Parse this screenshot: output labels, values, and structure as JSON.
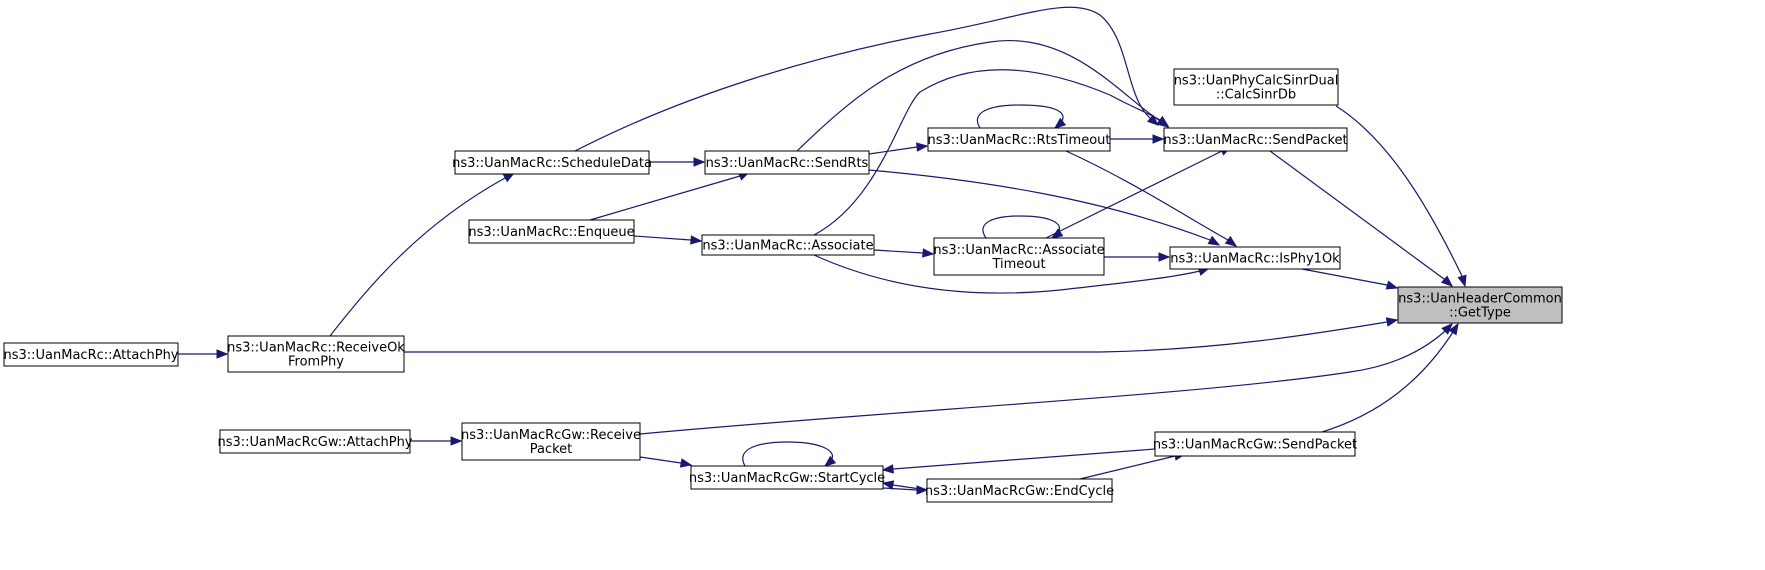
{
  "diagram": {
    "type": "call-graph",
    "focus_node": "getType",
    "nodes": [
      {
        "id": "getType",
        "lines": [
          "ns3::UanHeaderCommon",
          "::GetType"
        ]
      },
      {
        "id": "calcSinrDb",
        "lines": [
          "ns3::UanPhyCalcSinrDual",
          "::CalcSinrDb"
        ]
      },
      {
        "id": "macSendPacket",
        "lines": [
          "ns3::UanMacRc::SendPacket"
        ]
      },
      {
        "id": "rtsTimeout",
        "lines": [
          "ns3::UanMacRc::RtsTimeout"
        ]
      },
      {
        "id": "sendRts",
        "lines": [
          "ns3::UanMacRc::SendRts"
        ]
      },
      {
        "id": "scheduleData",
        "lines": [
          "ns3::UanMacRc::ScheduleData"
        ]
      },
      {
        "id": "enqueue",
        "lines": [
          "ns3::UanMacRc::Enqueue"
        ]
      },
      {
        "id": "associate",
        "lines": [
          "ns3::UanMacRc::Associate"
        ]
      },
      {
        "id": "associateTimeout",
        "lines": [
          "ns3::UanMacRc::Associate",
          "Timeout"
        ]
      },
      {
        "id": "isPhy1Ok",
        "lines": [
          "ns3::UanMacRc::IsPhy1Ok"
        ]
      },
      {
        "id": "receiveOk",
        "lines": [
          "ns3::UanMacRc::ReceiveOk",
          "FromPhy"
        ]
      },
      {
        "id": "macAttachPhy",
        "lines": [
          "ns3::UanMacRc::AttachPhy"
        ]
      },
      {
        "id": "gwAttachPhy",
        "lines": [
          "ns3::UanMacRcGw::AttachPhy"
        ]
      },
      {
        "id": "gwReceive",
        "lines": [
          "ns3::UanMacRcGw::Receive",
          "Packet"
        ]
      },
      {
        "id": "gwStartCycle",
        "lines": [
          "ns3::UanMacRcGw::StartCycle"
        ]
      },
      {
        "id": "gwEndCycle",
        "lines": [
          "ns3::UanMacRcGw::EndCycle"
        ]
      },
      {
        "id": "gwSendPacket",
        "lines": [
          "ns3::UanMacRcGw::SendPacket"
        ]
      }
    ],
    "edges": [
      {
        "from": "calcSinrDb",
        "to": "getType"
      },
      {
        "from": "macSendPacket",
        "to": "getType"
      },
      {
        "from": "isPhy1Ok",
        "to": "getType"
      },
      {
        "from": "receiveOk",
        "to": "getType"
      },
      {
        "from": "gwReceive",
        "to": "getType"
      },
      {
        "from": "gwSendPacket",
        "to": "getType"
      },
      {
        "from": "rtsTimeout",
        "to": "macSendPacket"
      },
      {
        "from": "associateTimeout",
        "to": "macSendPacket"
      },
      {
        "from": "sendRts",
        "to": "macSendPacket"
      },
      {
        "from": "scheduleData",
        "to": "macSendPacket"
      },
      {
        "from": "associate",
        "to": "macSendPacket"
      },
      {
        "from": "rtsTimeout",
        "to": "rtsTimeout"
      },
      {
        "from": "sendRts",
        "to": "rtsTimeout"
      },
      {
        "from": "scheduleData",
        "to": "sendRts"
      },
      {
        "from": "enqueue",
        "to": "sendRts"
      },
      {
        "from": "receiveOk",
        "to": "scheduleData"
      },
      {
        "from": "enqueue",
        "to": "associate"
      },
      {
        "from": "associate",
        "to": "associateTimeout"
      },
      {
        "from": "associateTimeout",
        "to": "associateTimeout"
      },
      {
        "from": "associateTimeout",
        "to": "isPhy1Ok"
      },
      {
        "from": "rtsTimeout",
        "to": "isPhy1Ok"
      },
      {
        "from": "sendRts",
        "to": "isPhy1Ok"
      },
      {
        "from": "associate",
        "to": "isPhy1Ok"
      },
      {
        "from": "macAttachPhy",
        "to": "receiveOk"
      },
      {
        "from": "gwAttachPhy",
        "to": "gwReceive"
      },
      {
        "from": "gwReceive",
        "to": "gwStartCycle"
      },
      {
        "from": "gwStartCycle",
        "to": "gwStartCycle"
      },
      {
        "from": "gwSendPacket",
        "to": "gwStartCycle"
      },
      {
        "from": "gwEndCycle",
        "to": "gwStartCycle"
      },
      {
        "from": "gwStartCycle",
        "to": "gwEndCycle"
      },
      {
        "from": "gwEndCycle",
        "to": "gwSendPacket"
      }
    ],
    "colors": {
      "edge": "#191970",
      "node_border": "#000000",
      "node_fill": "#ffffff",
      "focus_fill": "#bfbfbf"
    }
  }
}
